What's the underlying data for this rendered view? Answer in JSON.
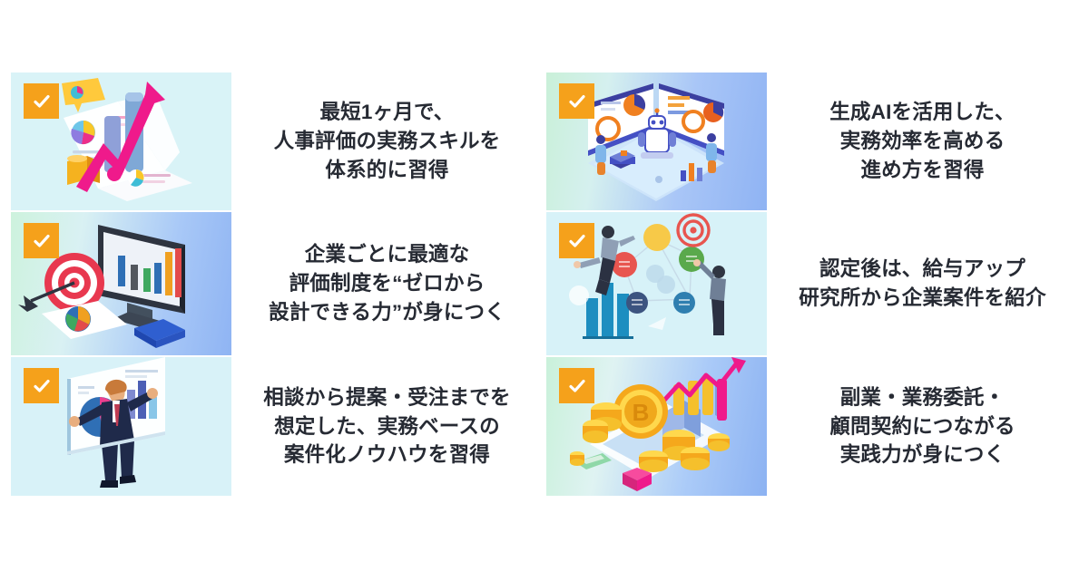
{
  "theme": {
    "background": "#ffffff",
    "badge_color": "#f5a11b",
    "badge_check_color": "#ffffff",
    "text_color": "#262a33"
  },
  "features": [
    {
      "id": "feature-1",
      "badge_icon": "check-icon",
      "illustration": "growth-chart-documents-illustration",
      "illustration_bg": "#d9f3f7",
      "text": "最短1ヶ月で、\n人事評価の実務スキルを\n体系的に習得",
      "lines": [
        "最短1ヶ月で、",
        "人事評価の実務スキルを",
        "体系的に習得"
      ]
    },
    {
      "id": "feature-2",
      "badge_icon": "check-icon",
      "illustration": "target-monitor-barchart-illustration",
      "illustration_bg": "green-to-blue gradient",
      "text": "企業ごとに最適な\n評価制度を“ゼロから\n設計できる力”が身につく",
      "lines": [
        "企業ごとに最適な",
        "評価制度を“ゼロから",
        "設計できる力”が身につく"
      ]
    },
    {
      "id": "feature-3",
      "badge_icon": "check-icon",
      "illustration": "businessman-presentation-illustration",
      "illustration_bg": "#d8f2f8",
      "text": "相談から提案・受注までを\n想定した、実務ベースの\n案件化ノウハウを習得",
      "lines": [
        "相談から提案・受注までを",
        "想定した、実務ベースの",
        "案件化ノウハウを習得"
      ]
    },
    {
      "id": "feature-4",
      "badge_icon": "check-icon",
      "illustration": "ai-robot-dashboard-room-illustration",
      "illustration_bg": "green-to-blue gradient",
      "text": "生成AIを活用した、\n実務効率を高める\n進め方を習得",
      "lines": [
        "生成AIを活用した、",
        "実務効率を高める",
        "進め方を習得"
      ]
    },
    {
      "id": "feature-5",
      "badge_icon": "check-icon",
      "illustration": "team-network-circles-illustration",
      "illustration_bg": "#d7f2f8",
      "text": "認定後は、給与アップ\n研究所から企業案件を紹介",
      "lines": [
        "認定後は、給与アップ",
        "研究所から企業案件を紹介"
      ]
    },
    {
      "id": "feature-6",
      "badge_icon": "check-icon",
      "illustration": "bitcoin-coins-growth-illustration",
      "illustration_bg": "green-to-blue gradient",
      "text": "副業・業務委託・\n顧問契約につながる\n実践力が身につく",
      "lines": [
        "副業・業務委託・",
        "顧問契約につながる",
        "実践力が身につく"
      ]
    }
  ]
}
